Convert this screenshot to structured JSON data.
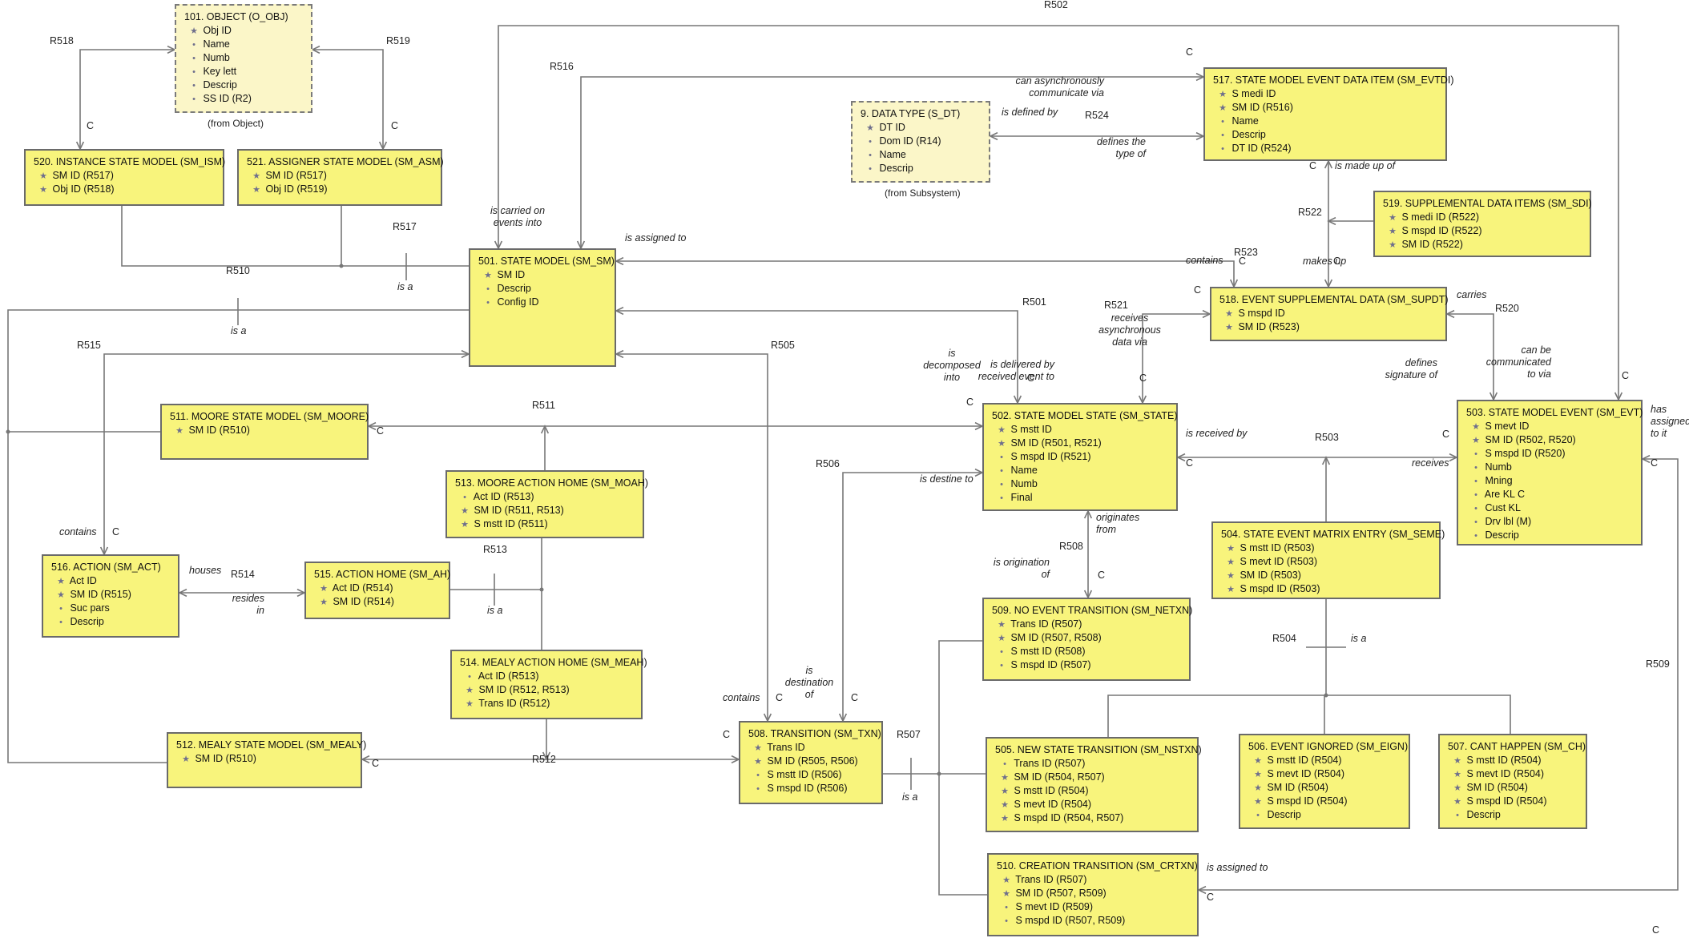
{
  "classes": [
    {
      "key": "c101",
      "title": "101. OBJECT (O_OBJ)",
      "external": true,
      "note": "(from Object)",
      "attrs": [
        [
          "pk",
          "Obj ID"
        ],
        [
          "a",
          "Name"
        ],
        [
          "a",
          "Numb"
        ],
        [
          "a",
          "Key lett"
        ],
        [
          "a",
          "Descrip"
        ],
        [
          "a",
          "SS ID (R2)"
        ]
      ]
    },
    {
      "key": "c520",
      "title": "520. INSTANCE STATE MODEL (SM_ISM)",
      "attrs": [
        [
          "pk",
          "SM ID (R517)"
        ],
        [
          "pk",
          "Obj ID (R518)"
        ]
      ]
    },
    {
      "key": "c521",
      "title": "521. ASSIGNER STATE MODEL (SM_ASM)",
      "attrs": [
        [
          "pk",
          "SM ID (R517)"
        ],
        [
          "pk",
          "Obj ID (R519)"
        ]
      ]
    },
    {
      "key": "c9",
      "title": "9. DATA TYPE (S_DT)",
      "external": true,
      "note": "(from Subsystem)",
      "attrs": [
        [
          "pk",
          "DT ID"
        ],
        [
          "a",
          "Dom ID (R14)"
        ],
        [
          "a",
          "Name"
        ],
        [
          "a",
          "Descrip"
        ]
      ]
    },
    {
      "key": "c517",
      "title": "517. STATE MODEL EVENT DATA ITEM (SM_EVTDI)",
      "attrs": [
        [
          "pk",
          "S medi ID"
        ],
        [
          "pk",
          "SM ID (R516)"
        ],
        [
          "a",
          "Name"
        ],
        [
          "a",
          "Descrip"
        ],
        [
          "a",
          "DT ID (R524)"
        ]
      ]
    },
    {
      "key": "c519",
      "title": "519. SUPPLEMENTAL DATA ITEMS (SM_SDI)",
      "attrs": [
        [
          "pk",
          "S medi ID (R522)"
        ],
        [
          "pk",
          "S mspd ID (R522)"
        ],
        [
          "pk",
          "SM ID (R522)"
        ]
      ]
    },
    {
      "key": "c501",
      "title": "501. STATE MODEL (SM_SM)",
      "attrs": [
        [
          "pk",
          "SM ID"
        ],
        [
          "a",
          "Descrip"
        ],
        [
          "a",
          "Config ID"
        ]
      ]
    },
    {
      "key": "c518",
      "title": "518. EVENT SUPPLEMENTAL DATA (SM_SUPDT)",
      "attrs": [
        [
          "pk",
          "S mspd ID"
        ],
        [
          "pk",
          "SM ID (R523)"
        ]
      ]
    },
    {
      "key": "c511",
      "title": "511. MOORE STATE MODEL (SM_MOORE)",
      "attrs": [
        [
          "pk",
          "SM ID (R510)"
        ]
      ]
    },
    {
      "key": "c513",
      "title": "513. MOORE ACTION HOME (SM_MOAH)",
      "attrs": [
        [
          "a",
          "Act ID (R513)"
        ],
        [
          "pk",
          "SM ID (R511, R513)"
        ],
        [
          "pk",
          "S mstt ID (R511)"
        ]
      ]
    },
    {
      "key": "c502",
      "title": "502. STATE MODEL STATE (SM_STATE)",
      "attrs": [
        [
          "pk",
          "S mstt ID"
        ],
        [
          "pk",
          "SM ID (R501, R521)"
        ],
        [
          "a",
          "S mspd ID (R521)"
        ],
        [
          "a",
          "Name"
        ],
        [
          "a",
          "Numb"
        ],
        [
          "a",
          "Final"
        ]
      ]
    },
    {
      "key": "c503",
      "title": "503. STATE MODEL EVENT (SM_EVT)",
      "attrs": [
        [
          "pk",
          "S mevt ID"
        ],
        [
          "pk",
          "SM ID (R502, R520)"
        ],
        [
          "a",
          "S mspd ID (R520)"
        ],
        [
          "a",
          "Numb"
        ],
        [
          "a",
          "Mning"
        ],
        [
          "a",
          "Are KL C"
        ],
        [
          "a",
          "Cust KL"
        ],
        [
          "a",
          "Drv lbl (M)"
        ],
        [
          "a",
          "Descrip"
        ]
      ]
    },
    {
      "key": "c516",
      "title": "516. ACTION (SM_ACT)",
      "attrs": [
        [
          "pk",
          "Act ID"
        ],
        [
          "pk",
          "SM ID (R515)"
        ],
        [
          "a",
          "Suc pars"
        ],
        [
          "a",
          "Descrip"
        ]
      ]
    },
    {
      "key": "c515",
      "title": "515. ACTION HOME (SM_AH)",
      "attrs": [
        [
          "pk",
          "Act ID (R514)"
        ],
        [
          "pk",
          "SM ID (R514)"
        ]
      ]
    },
    {
      "key": "c504",
      "title": "504. STATE EVENT MATRIX ENTRY (SM_SEME)",
      "attrs": [
        [
          "pk",
          "S mstt ID (R503)"
        ],
        [
          "pk",
          "S mevt ID (R503)"
        ],
        [
          "pk",
          "SM ID (R503)"
        ],
        [
          "pk",
          "S mspd ID (R503)"
        ]
      ]
    },
    {
      "key": "c509",
      "title": "509. NO EVENT TRANSITION (SM_NETXN)",
      "attrs": [
        [
          "pk",
          "Trans ID (R507)"
        ],
        [
          "pk",
          "SM ID (R507, R508)"
        ],
        [
          "a",
          "S mstt ID (R508)"
        ],
        [
          "a",
          "S mspd ID (R507)"
        ]
      ]
    },
    {
      "key": "c514",
      "title": "514. MEALY ACTION HOME (SM_MEAH)",
      "attrs": [
        [
          "a",
          "Act ID (R513)"
        ],
        [
          "pk",
          "SM ID (R512, R513)"
        ],
        [
          "pk",
          "Trans ID (R512)"
        ]
      ]
    },
    {
      "key": "c508",
      "title": "508. TRANSITION (SM_TXN)",
      "attrs": [
        [
          "pk",
          "Trans ID"
        ],
        [
          "pk",
          "SM ID (R505, R506)"
        ],
        [
          "a",
          "S mstt ID (R506)"
        ],
        [
          "a",
          "S mspd ID (R506)"
        ]
      ]
    },
    {
      "key": "c512",
      "title": "512. MEALY STATE MODEL (SM_MEALY)",
      "attrs": [
        [
          "pk",
          "SM ID (R510)"
        ]
      ]
    },
    {
      "key": "c505",
      "title": "505. NEW STATE TRANSITION (SM_NSTXN)",
      "attrs": [
        [
          "a",
          "Trans ID (R507)"
        ],
        [
          "pk",
          "SM ID (R504, R507)"
        ],
        [
          "pk",
          "S mstt ID (R504)"
        ],
        [
          "pk",
          "S mevt ID (R504)"
        ],
        [
          "pk",
          "S mspd ID (R504, R507)"
        ]
      ]
    },
    {
      "key": "c506",
      "title": "506. EVENT IGNORED (SM_EIGN)",
      "attrs": [
        [
          "pk",
          "S mstt ID (R504)"
        ],
        [
          "pk",
          "S mevt ID (R504)"
        ],
        [
          "pk",
          "SM ID (R504)"
        ],
        [
          "pk",
          "S mspd ID (R504)"
        ],
        [
          "a",
          "Descrip"
        ]
      ]
    },
    {
      "key": "c507",
      "title": "507. CANT HAPPEN (SM_CH)",
      "attrs": [
        [
          "pk",
          "S mstt ID (R504)"
        ],
        [
          "pk",
          "S mevt ID (R504)"
        ],
        [
          "pk",
          "SM ID (R504)"
        ],
        [
          "pk",
          "S mspd ID (R504)"
        ],
        [
          "a",
          "Descrip"
        ]
      ]
    },
    {
      "key": "c510",
      "title": "510. CREATION TRANSITION (SM_CRTXN)",
      "attrs": [
        [
          "pk",
          "Trans ID (R507)"
        ],
        [
          "pk",
          "SM ID (R507, R509)"
        ],
        [
          "a",
          "S mevt ID (R509)"
        ],
        [
          "a",
          "S mspd ID (R507, R509)"
        ]
      ]
    }
  ],
  "labels": {
    "R502": "R502",
    "R518": "R518",
    "R519": "R519",
    "R516": "R516",
    "R524": "R524",
    "R517": "R517",
    "R510": "R510",
    "R515": "R515",
    "R505": "R505",
    "R501": "R501",
    "R521": "R521",
    "R522": "R522",
    "R523": "R523",
    "R520": "R520",
    "R511": "R511",
    "R506": "R506",
    "R503": "R503",
    "R513": "R513",
    "R514": "R514",
    "R508": "R508",
    "R504": "R504",
    "R507": "R507",
    "R512": "R512",
    "R509": "R509",
    "C": "C",
    "can_async": "can asynchronously\ncommunicate via",
    "is_defined_by": "is defined by",
    "defines_type": "defines the\ntype of",
    "is_made_up_of": "is made up of",
    "makes_up": "makes up",
    "carried_into": "is carried on\nevents into",
    "is_assigned_to": "is assigned to",
    "contains": "contains",
    "is_a": "is a",
    "receives_async": "receives\nasynchronous\ndata via",
    "carries": "carries",
    "is_decomposed": "is\ndecomposed\ninto",
    "delivered_by": "is delivered by\nreceived event to",
    "defines_sig": "defines\nsignature of",
    "can_be_comm": "can be\ncommunicated\nto via",
    "has_assigned": "has\nassigned\nto it",
    "is_received_by": "is received by",
    "receives": "receives",
    "is_destine_to": "is destine to",
    "houses": "houses",
    "resides_in": "resides\nin",
    "originates_from": "originates\nfrom",
    "is_origination_of": "is origination\nof",
    "is_destination_of": "is\ndestination\nof",
    "assigned_to2": "is assigned to"
  },
  "colors": {
    "class_fill": "#f8f47c",
    "external_fill": "#fbf6c8",
    "border": "#6a6a6a",
    "line": "#777777"
  }
}
